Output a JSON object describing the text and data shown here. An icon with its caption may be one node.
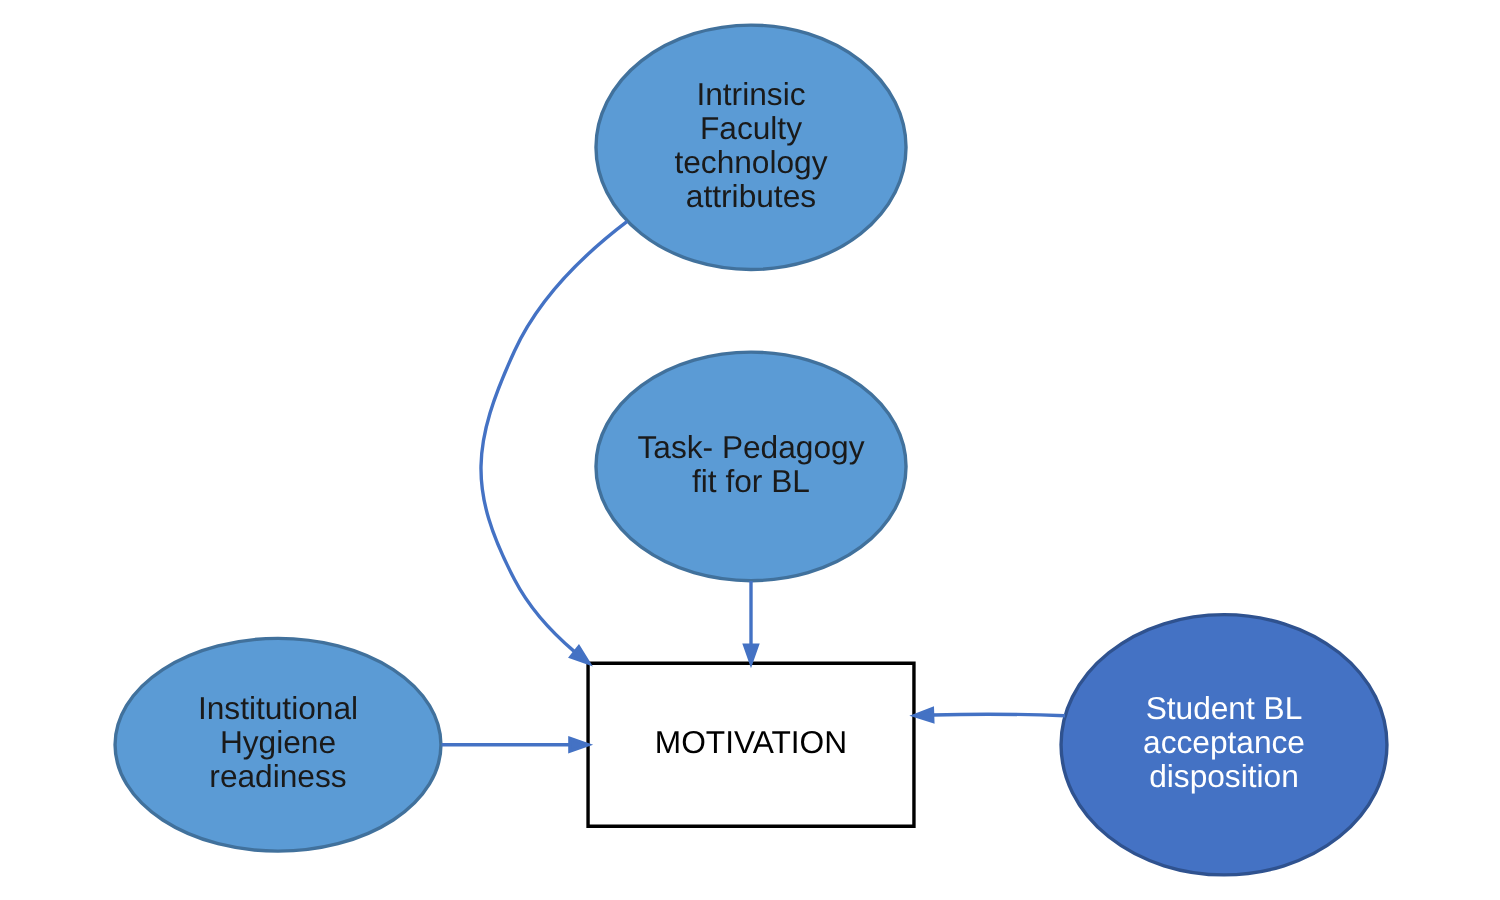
{
  "diagram": {
    "nodes": [
      {
        "text": [
          "Intrinsic Faculty technology attributes"
        ]
      },
      {
        "text": [
          "Institutional Hygiene readiness"
        ]
      },
      {
        "text": [
          "MOTIVATION"
        ]
      },
      {
        "text": [
          "Student BL acceptance disposition"
        ]
      },
      {
        "text": [
          "Task- Pedagogy fit for BL"
        ]
      }
    ],
    "edges": [
      {
        "from": 0,
        "to": 2,
        "arrow": "to"
      },
      {
        "from": 1,
        "to": 2,
        "arrow": "to"
      },
      {
        "from": 3,
        "to": 2,
        "arrow": "to"
      },
      {
        "from": 4,
        "to": 2,
        "arrow": "to"
      }
    ]
  }
}
